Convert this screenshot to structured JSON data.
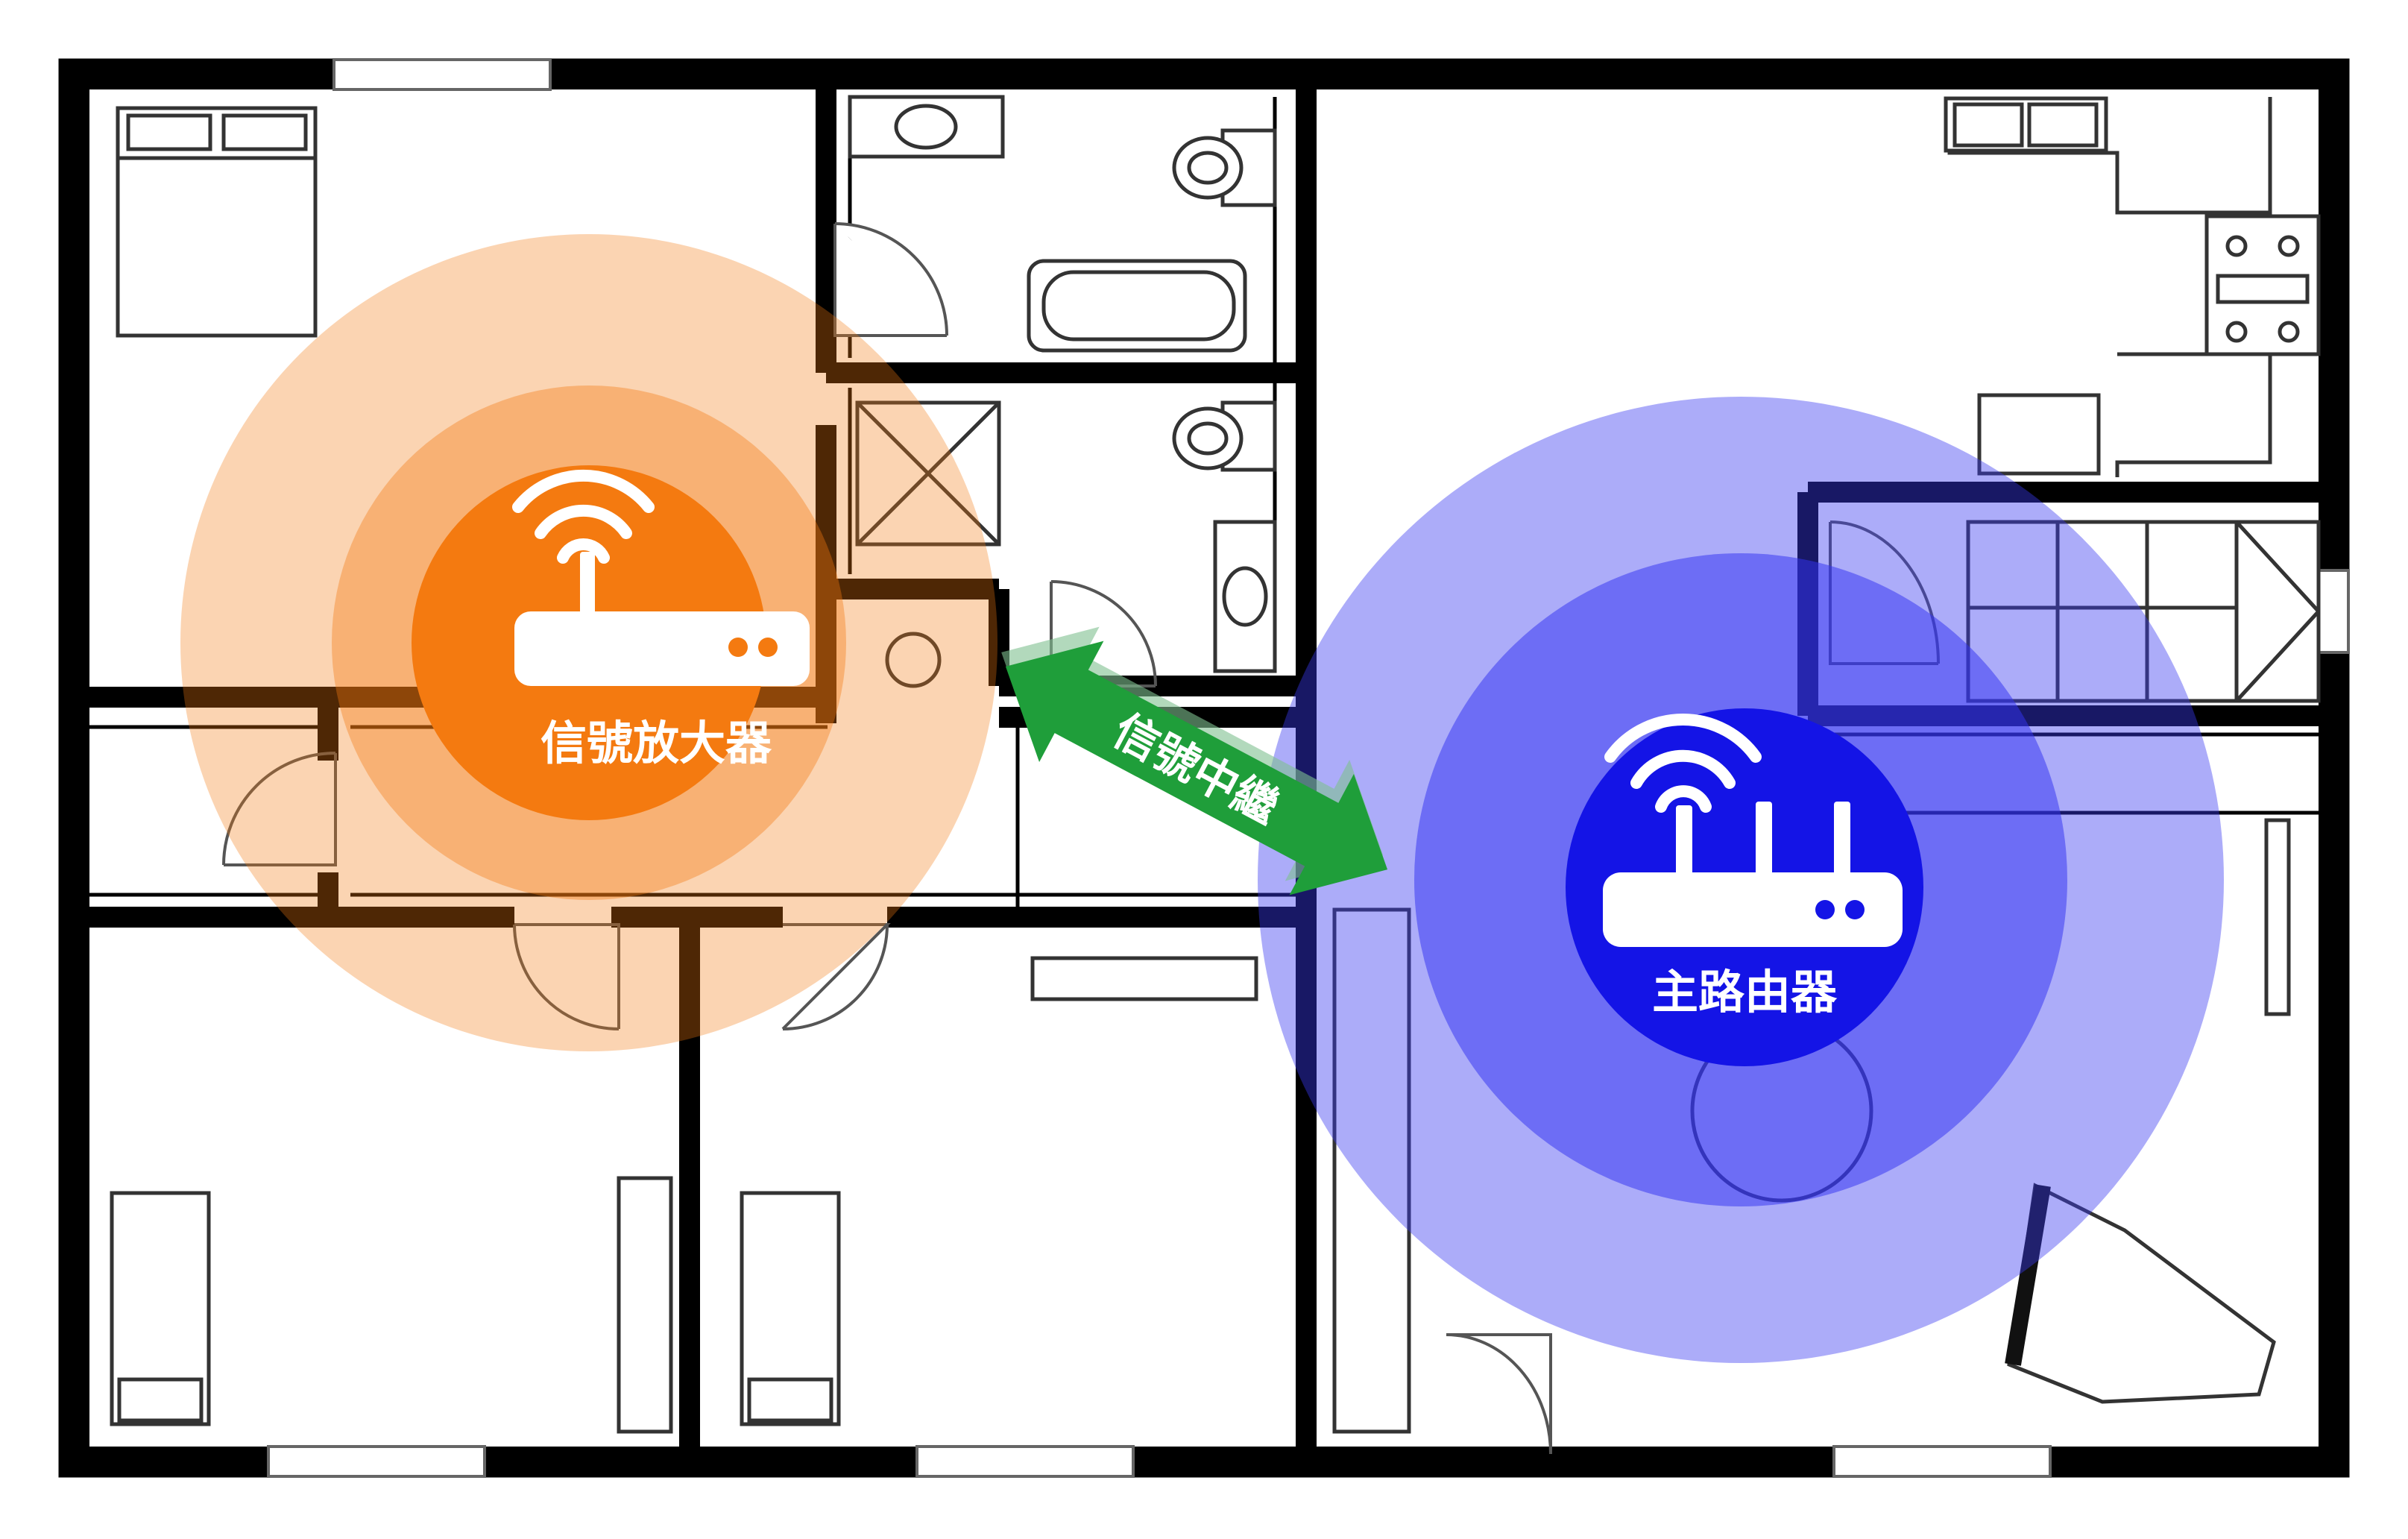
{
  "extender": {
    "label": "信號放大器",
    "color": "#f47a10",
    "ring_outer": "#fbc9a0",
    "ring_inner": "#f8a86a"
  },
  "router": {
    "label": "主路由器",
    "color": "#1414e6",
    "ring_outer": "#a6a6f7",
    "ring_inner": "#6d6df5"
  },
  "link": {
    "label": "信號中繼",
    "color": "#1f9e3a"
  },
  "floorplan": {
    "wall_color": "#000000",
    "line_color": "#555555"
  }
}
